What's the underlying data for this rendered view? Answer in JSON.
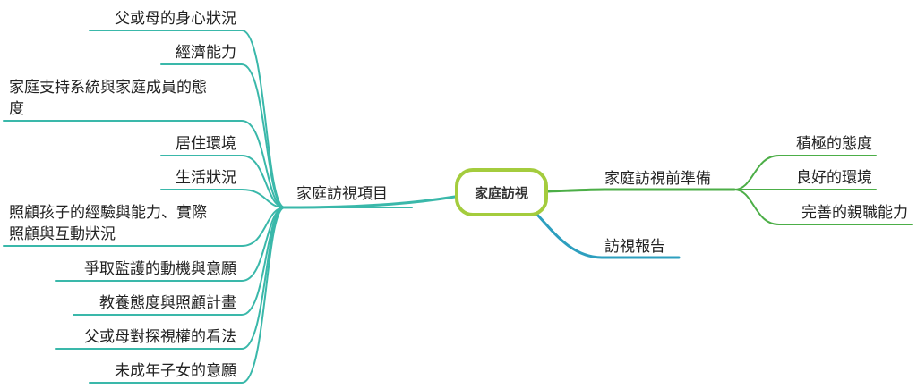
{
  "root": {
    "label": "家庭訪視",
    "border_color": "#a4cc3d"
  },
  "left_branch": {
    "label": "家庭訪視項目",
    "color": "#3ab8aa",
    "children": [
      {
        "lines": [
          "父或母的身心狀況"
        ]
      },
      {
        "lines": [
          "經濟能力"
        ]
      },
      {
        "lines": [
          "家庭支持系統與家庭成員的態",
          "度"
        ]
      },
      {
        "lines": [
          "居住環境"
        ]
      },
      {
        "lines": [
          "生活狀況"
        ]
      },
      {
        "lines": [
          "照顧孩子的經驗與能力、實際",
          "照顧與互動狀況"
        ]
      },
      {
        "lines": [
          "爭取監護的動機與意願"
        ]
      },
      {
        "lines": [
          "教養態度與照顧計畫"
        ]
      },
      {
        "lines": [
          "父或母對探視權的看法"
        ]
      },
      {
        "lines": [
          "未成年子女的意願"
        ]
      }
    ]
  },
  "right_branches": [
    {
      "label": "家庭訪視前準備",
      "color": "#4cae47",
      "children": [
        {
          "lines": [
            "積極的態度"
          ]
        },
        {
          "lines": [
            "良好的環境"
          ]
        },
        {
          "lines": [
            "完善的親職能力"
          ]
        }
      ]
    },
    {
      "label": "訪視報告",
      "color": "#2d9fbf",
      "children": []
    }
  ]
}
